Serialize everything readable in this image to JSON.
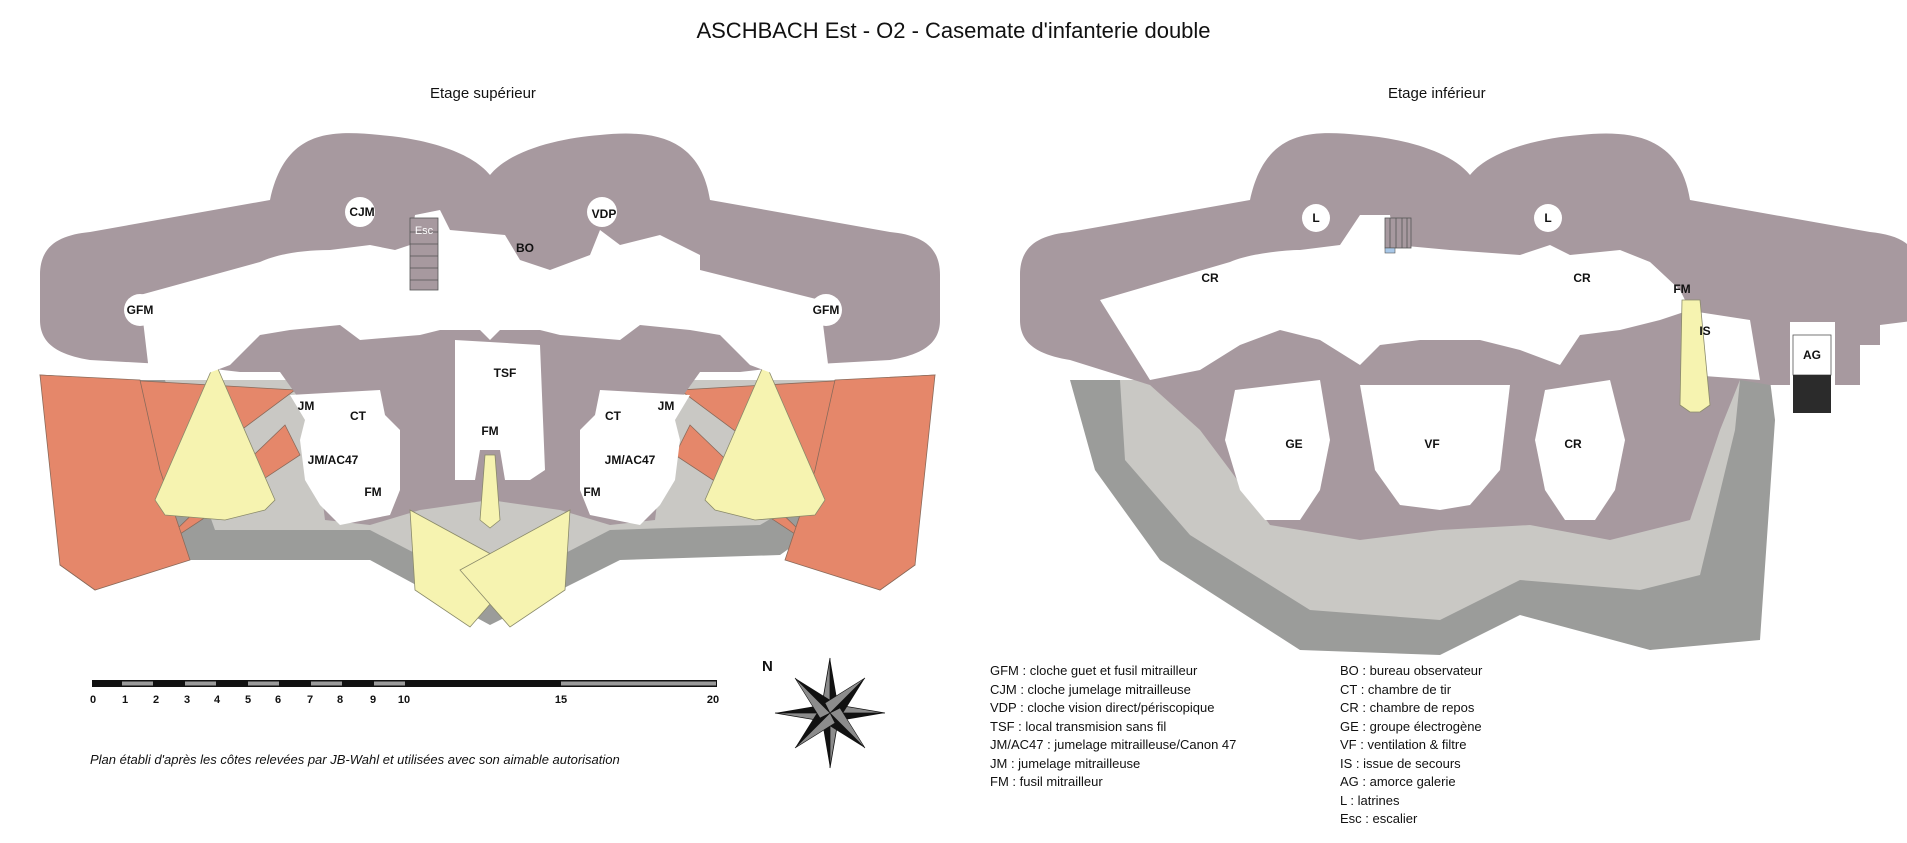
{
  "title": "ASCHBACH Est - O2  -  Casemate d'infanterie double",
  "left_plan": {
    "subtitle": "Etage supérieur",
    "labels": {
      "cjm": "CJM",
      "esc": "Esc",
      "vdp": "VDP",
      "bo": "BO",
      "gfm_left": "GFM",
      "gfm_right": "GFM",
      "tsf": "TSF",
      "fm_center": "FM",
      "jm_left": "JM",
      "ct_left": "CT",
      "jmac47_left": "JM/AC47",
      "fm_left": "FM",
      "jm_right": "JM",
      "ct_right": "CT",
      "jmac47_right": "JM/AC47",
      "fm_right": "FM"
    }
  },
  "right_plan": {
    "subtitle": "Etage inférieur",
    "labels": {
      "l_left": "L",
      "l_right": "L",
      "cr_left": "CR",
      "cr_mid": "CR",
      "fm": "FM",
      "is": "IS",
      "ag": "AG",
      "ge": "GE",
      "vf": "VF",
      "cr_bottom": "CR"
    }
  },
  "scale": {
    "ticks": [
      "0",
      "1",
      "2",
      "3",
      "4",
      "5",
      "6",
      "7",
      "8",
      "9",
      "10",
      "15",
      "20"
    ]
  },
  "compass": {
    "letter": "N"
  },
  "credit": "Plan établi d'après les côtes relevées par JB-Wahl et utilisées avec son aimable autorisation",
  "legend_left": [
    "GFM : cloche guet et fusil mitrailleur",
    "CJM : cloche jumelage mitrailleuse",
    "VDP : cloche vision direct/périscopique",
    "TSF : local transmision sans fil",
    "JM/AC47 : jumelage mitrailleuse/Canon 47",
    "JM : jumelage mitrailleuse",
    "FM : fusil mitrailleur"
  ],
  "legend_right": [
    "BO : bureau observateur",
    "CT : chambre de tir",
    "CR : chambre de repos",
    "GE : groupe électrogène",
    "VF : ventilation & filtre",
    "IS : issue de secours",
    "AG : amorce galerie",
    "L : latrines",
    "Esc : escalier"
  ],
  "colors": {
    "wall": "#a7999f",
    "wall_dark": "#9c8f95",
    "ditch_outer": "#9b9c9a",
    "ditch_inner": "#c9c8c4",
    "fire_orange": "#e5876a",
    "fire_yellow": "#f6f3b0",
    "room": "#ffffff"
  }
}
